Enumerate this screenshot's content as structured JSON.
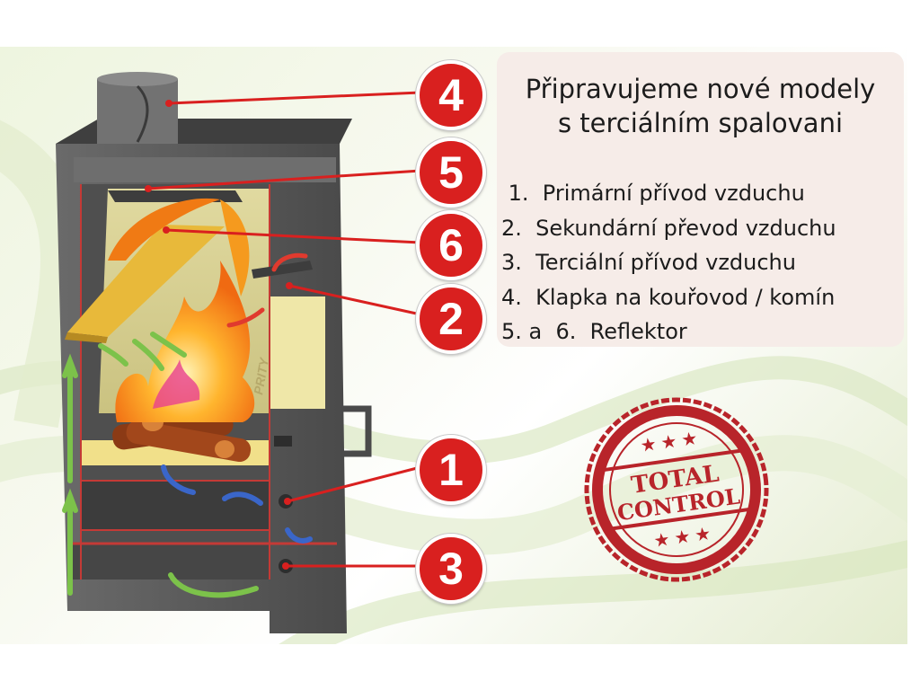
{
  "info": {
    "title_line1": "Připravujeme nové modely",
    "title_line2": "s terciálním spalovani",
    "items": [
      " 1.  Primární přívod vzduchu",
      "2.  Sekundární převod vzduchu",
      "3.  Terciální přívod vzduchu",
      "4.  Klapka na kouřovod / komín",
      "5. a  6.  Reflektor"
    ]
  },
  "badges": [
    "4",
    "5",
    "6",
    "2",
    "1",
    "3"
  ],
  "stove_brand": "PRITY",
  "stamp": {
    "line1": "TOTAL",
    "line2": "CONTROL"
  },
  "colors": {
    "badge_red": "#d9201f",
    "callout_line": "#d9201f",
    "stamp_red": "#b8242a",
    "stove_body": "#5b5b5b",
    "reflector_yellow": "#e8b93a",
    "primary_air_arrow": "#3a66c9",
    "secondary_air_arrow": "#7cc24a",
    "info_panel_bg": "#f6ece8"
  }
}
